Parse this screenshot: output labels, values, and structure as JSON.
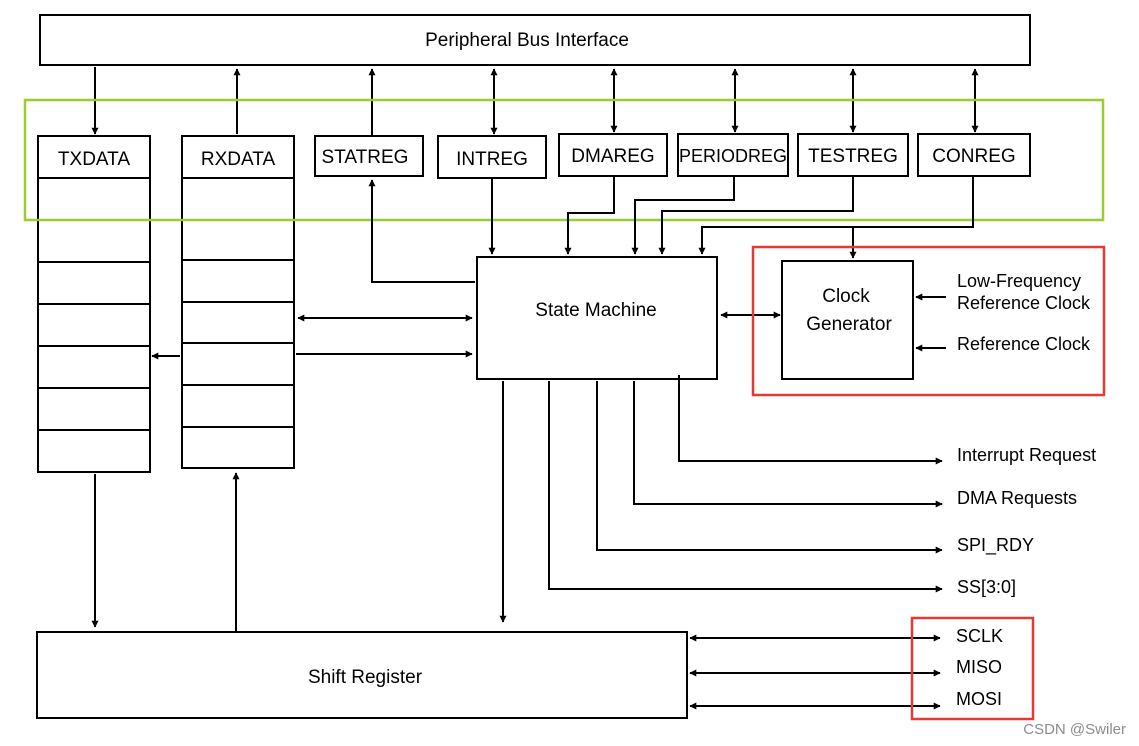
{
  "bus": {
    "label": "Peripheral Bus Interface"
  },
  "registers": {
    "txdata": "TXDATA",
    "rxdata": "RXDATA",
    "statreg": "STATREG",
    "intreg": "INTREG",
    "dmareg": "DMAREG",
    "periodreg": "PERIODREG",
    "testreg": "TESTREG",
    "conreg": "CONREG"
  },
  "state_machine": {
    "label": "State Machine"
  },
  "clock_generator": {
    "line1": "Clock",
    "line2": "Generator"
  },
  "clock_inputs": {
    "low_freq_line1": "Low-Frequency",
    "low_freq_line2": "Reference Clock",
    "reference": "Reference Clock"
  },
  "outputs": {
    "interrupt": "Interrupt Request",
    "dma": "DMA Requests",
    "spi_rdy": "SPI_RDY",
    "ss": "SS[3:0]"
  },
  "shift_register": {
    "label": "Shift Register"
  },
  "spi_pins": {
    "sclk": "SCLK",
    "miso": "MISO",
    "mosi": "MOSI"
  },
  "highlight_colors": {
    "registers_group": "#9acd32",
    "clock_group": "#e53935",
    "pins_group": "#e53935"
  },
  "watermark": "CSDN @Swiler"
}
